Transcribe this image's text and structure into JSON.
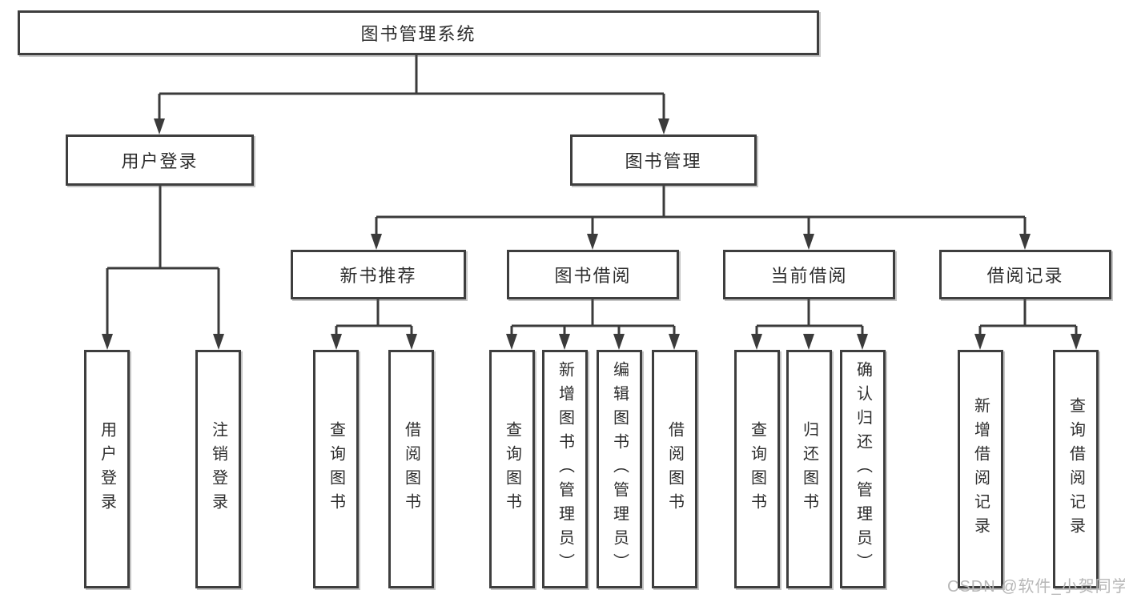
{
  "nodes": {
    "root": "图书管理系统",
    "user_login": "用户登录",
    "book_mgmt": "图书管理",
    "new_book_rec": "新书推荐",
    "book_borrow": "图书借阅",
    "current_borrow": "当前借阅",
    "borrow_record": "借阅记录",
    "leaf_user_login": "用户登录",
    "leaf_logout": "注销登录",
    "leaf_query_book_a": "查询图书",
    "leaf_borrow_book_a": "借阅图书",
    "leaf_query_book_b": "查询图书",
    "leaf_add_book": "新增图书（管理员）",
    "leaf_edit_book": "编辑图书（管理员）",
    "leaf_borrow_book_b": "借阅图书",
    "leaf_query_book_c": "查询图书",
    "leaf_return_book": "归还图书",
    "leaf_confirm_return": "确认归还（管理员）",
    "leaf_add_record": "新增借阅记录",
    "leaf_query_record": "查询借阅记录"
  },
  "hierarchy": {
    "图书管理系统": {
      "用户登录": [
        "用户登录",
        "注销登录"
      ],
      "图书管理": {
        "新书推荐": [
          "查询图书",
          "借阅图书"
        ],
        "图书借阅": [
          "查询图书",
          "新增图书（管理员）",
          "编辑图书（管理员）",
          "借阅图书"
        ],
        "当前借阅": [
          "查询图书",
          "归还图书",
          "确认归还（管理员）"
        ],
        "借阅记录": [
          "新增借阅记录",
          "查询借阅记录"
        ]
      }
    }
  },
  "watermark": {
    "text": "CSDN @软件_小贺同学",
    "color": "#b7b7b7"
  },
  "colors": {
    "background": "#ffffff",
    "line": "#3b3b3b",
    "box_border": "#3e3e3e",
    "text": "#2e2e2e"
  }
}
